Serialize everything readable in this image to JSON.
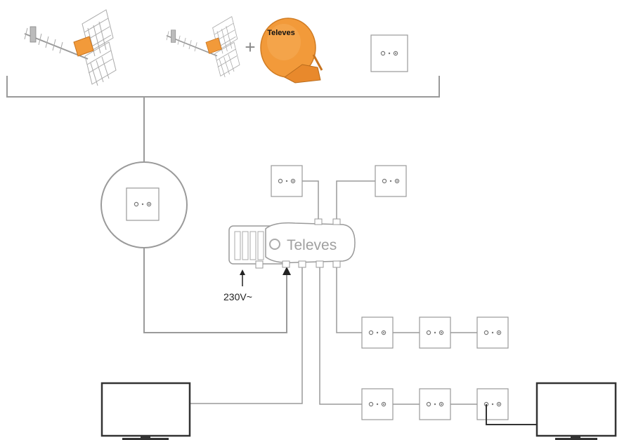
{
  "diagram": {
    "brand_text": "Televes",
    "dish_brand_text": "Televes",
    "plus_sign": "+",
    "power_label": "230V~",
    "colors": {
      "line": "#9a9a9a",
      "dark_line": "#333333",
      "dish_orange": "#f29a3a",
      "outlet_border": "#9a9a9a",
      "amplifier_body": "#ffffff",
      "tv_fill": "#ffffff"
    },
    "icons": {
      "antenna_large": "uhf-antenna-icon",
      "antenna_small": "uhf-antenna-icon",
      "dish": "satellite-dish-icon",
      "outlet": "tv-wall-outlet-icon",
      "amplifier": "multi-output-amplifier-icon",
      "tv": "television-icon"
    }
  }
}
